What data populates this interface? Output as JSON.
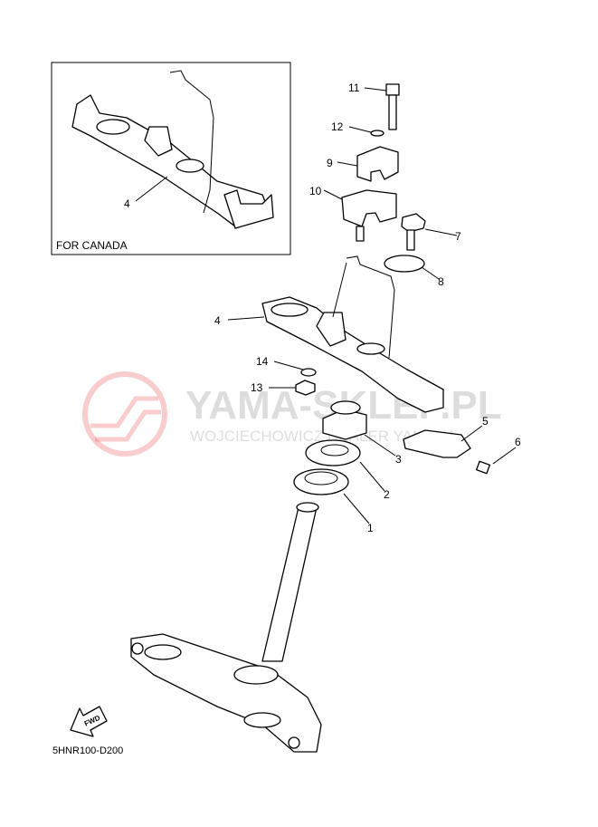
{
  "inset": {
    "caption": "FOR CANADA",
    "part_label": "4"
  },
  "callouts": {
    "p1": "1",
    "p2": "2",
    "p3": "3",
    "p4": "4",
    "p5": "5",
    "p6": "6",
    "p7": "7",
    "p8": "8",
    "p9": "9",
    "p10": "10",
    "p11": "11",
    "p12": "12",
    "p13": "13",
    "p14": "14"
  },
  "fwd_label": "FWD",
  "diagram_code": "5HNR100-D200",
  "watermark": {
    "title": "YAMA-SKLEP.PL",
    "subtitle": "WOJCIECHOWICZ DEALER YAMAHA",
    "color": "#e8343a"
  }
}
